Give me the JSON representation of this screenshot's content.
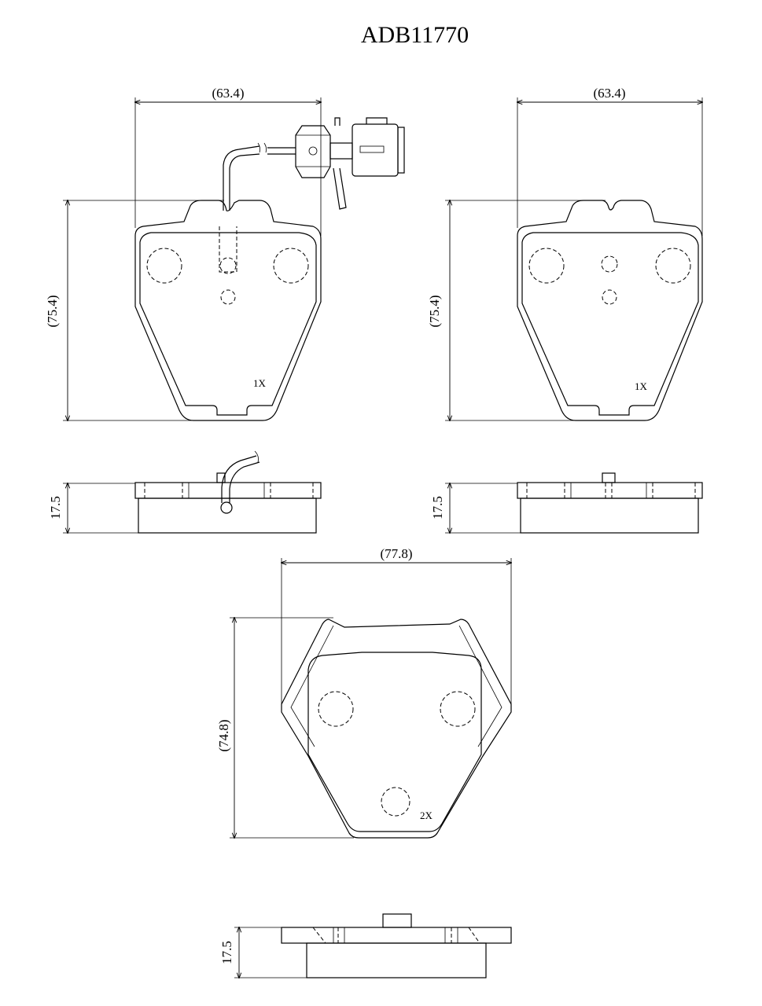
{
  "title": "ADB11770",
  "views": {
    "pad_a": {
      "width": "(63.4)",
      "height": "(75.4)",
      "thickness": "17.5",
      "qty": "1X"
    },
    "pad_b": {
      "width": "(63.4)",
      "height": "(75.4)",
      "thickness": "17.5",
      "qty": "1X"
    },
    "pad_c": {
      "width": "(77.8)",
      "height": "(74.8)",
      "thickness": "17.5",
      "qty": "2X"
    }
  }
}
